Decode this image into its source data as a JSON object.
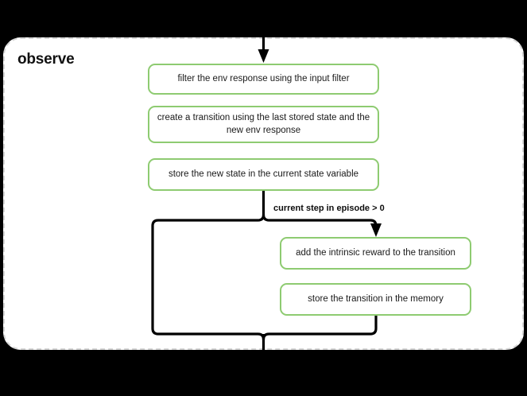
{
  "diagram": {
    "type": "flowchart",
    "background_color": "#000000",
    "group": {
      "title": "observe",
      "border_style": "dashed",
      "border_color": "#d6d6d6",
      "background_color": "#ffffff"
    },
    "node_style": {
      "border_color": "#8ecb71",
      "fill_color": "#ffffff",
      "text_color": "#1a1a1a"
    },
    "edge_color": "#000000",
    "nodes": [
      {
        "id": "n1",
        "label": "filter the env response using the input filter"
      },
      {
        "id": "n2",
        "label": "create a transition using the last stored state and the new env response"
      },
      {
        "id": "n3",
        "label": "store the new state in the current state variable"
      },
      {
        "id": "n4",
        "label": "add the intrinsic reward to the transition"
      },
      {
        "id": "n5",
        "label": "store the transition in the memory"
      }
    ],
    "labels": {
      "condition": "current step in episode > 0"
    },
    "edges": [
      {
        "from": "entry",
        "to": "n1",
        "arrow": true,
        "label": ""
      },
      {
        "from": "n3",
        "to": "n4",
        "arrow": true,
        "label": "current step in episode > 0"
      },
      {
        "from": "n3",
        "to": "merge",
        "arrow": false,
        "label": ""
      },
      {
        "from": "n5",
        "to": "merge",
        "arrow": false,
        "label": ""
      },
      {
        "from": "merge",
        "to": "exit",
        "arrow": false,
        "label": ""
      }
    ]
  }
}
